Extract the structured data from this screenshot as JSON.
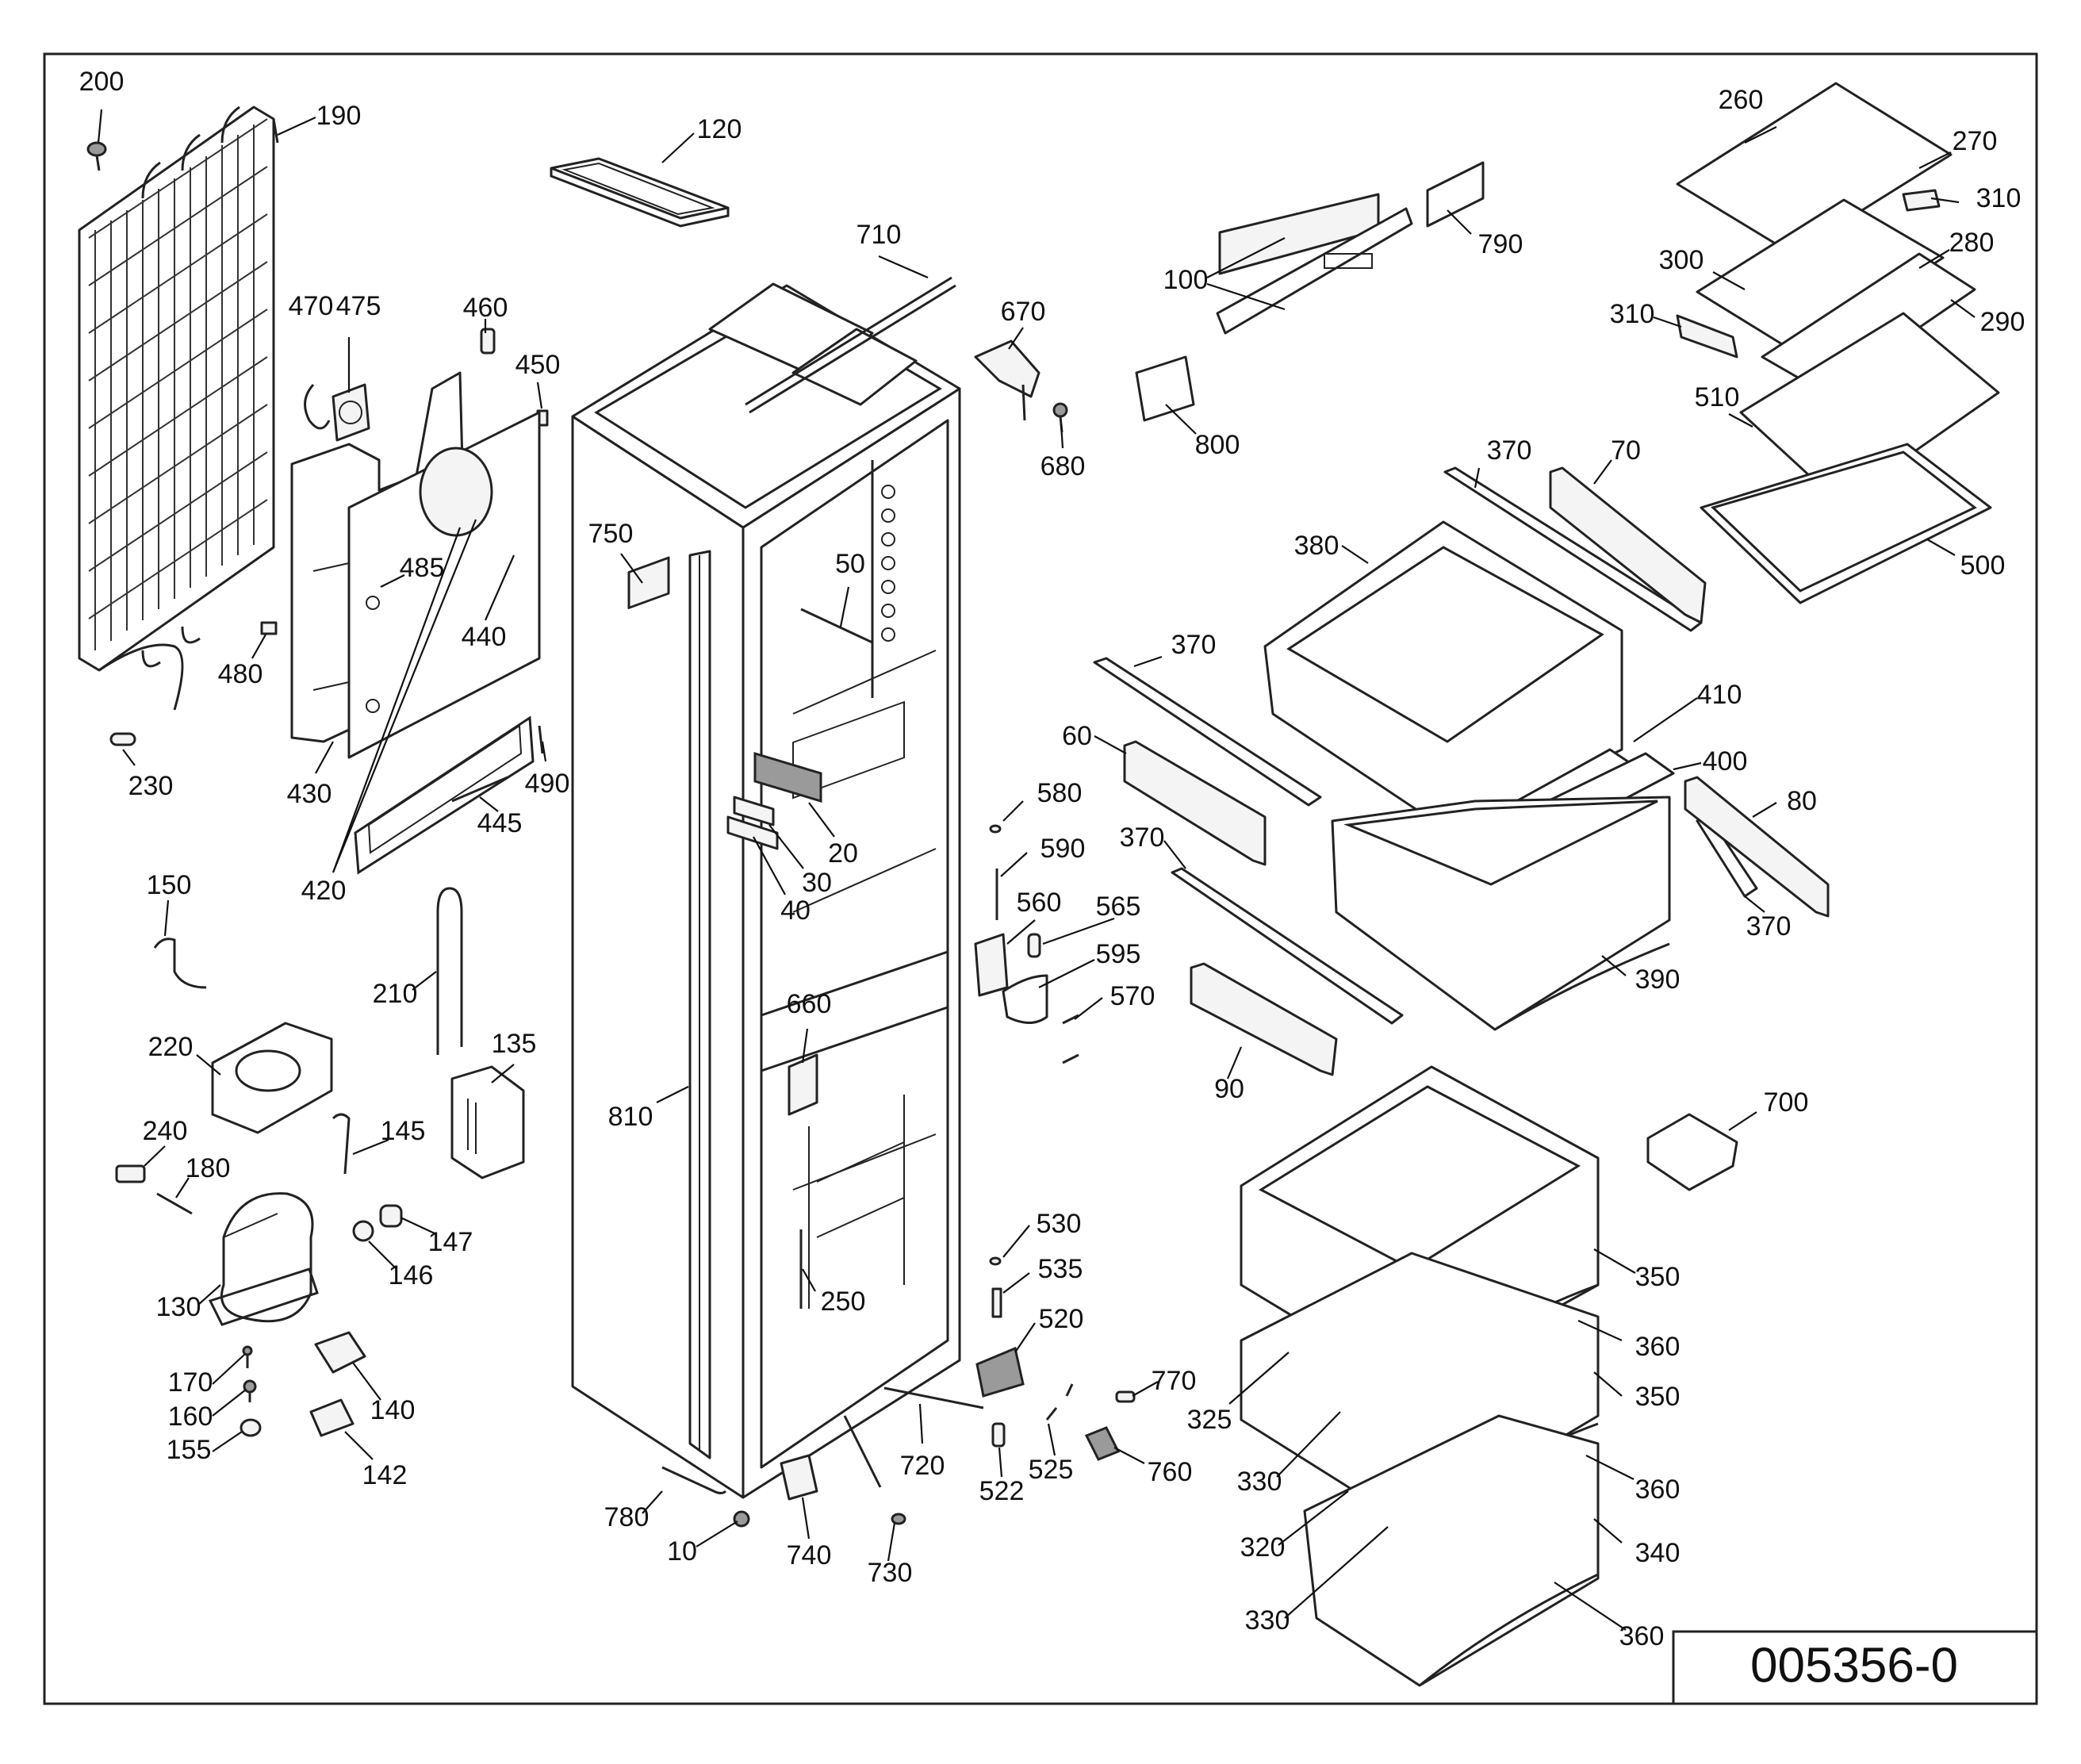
{
  "document_number": "005356-0",
  "callouts": [
    {
      "id": "200",
      "text": "200"
    },
    {
      "id": "190",
      "text": "190"
    },
    {
      "id": "120",
      "text": "120"
    },
    {
      "id": "710",
      "text": "710"
    },
    {
      "id": "670",
      "text": "670"
    },
    {
      "id": "680",
      "text": "680"
    },
    {
      "id": "100",
      "text": "100"
    },
    {
      "id": "790",
      "text": "790"
    },
    {
      "id": "800",
      "text": "800"
    },
    {
      "id": "260",
      "text": "260"
    },
    {
      "id": "270",
      "text": "270"
    },
    {
      "id": "310a",
      "text": "310"
    },
    {
      "id": "300",
      "text": "300"
    },
    {
      "id": "280",
      "text": "280"
    },
    {
      "id": "310b",
      "text": "310"
    },
    {
      "id": "290",
      "text": "290"
    },
    {
      "id": "510",
      "text": "510"
    },
    {
      "id": "500",
      "text": "500"
    },
    {
      "id": "470",
      "text": "470"
    },
    {
      "id": "475",
      "text": "475"
    },
    {
      "id": "460",
      "text": "460"
    },
    {
      "id": "450",
      "text": "450"
    },
    {
      "id": "485",
      "text": "485"
    },
    {
      "id": "440",
      "text": "440"
    },
    {
      "id": "480",
      "text": "480"
    },
    {
      "id": "430",
      "text": "430"
    },
    {
      "id": "490",
      "text": "490"
    },
    {
      "id": "445",
      "text": "445"
    },
    {
      "id": "420",
      "text": "420"
    },
    {
      "id": "230",
      "text": "230"
    },
    {
      "id": "750",
      "text": "750"
    },
    {
      "id": "50",
      "text": "50"
    },
    {
      "id": "20",
      "text": "20"
    },
    {
      "id": "30",
      "text": "30"
    },
    {
      "id": "40",
      "text": "40"
    },
    {
      "id": "370a",
      "text": "370"
    },
    {
      "id": "70",
      "text": "70"
    },
    {
      "id": "380",
      "text": "380"
    },
    {
      "id": "370b",
      "text": "370"
    },
    {
      "id": "410",
      "text": "410"
    },
    {
      "id": "400",
      "text": "400"
    },
    {
      "id": "60",
      "text": "60"
    },
    {
      "id": "80",
      "text": "80"
    },
    {
      "id": "370c",
      "text": "370"
    },
    {
      "id": "370d",
      "text": "370"
    },
    {
      "id": "390",
      "text": "390"
    },
    {
      "id": "90",
      "text": "90"
    },
    {
      "id": "580",
      "text": "580"
    },
    {
      "id": "590",
      "text": "590"
    },
    {
      "id": "560",
      "text": "560"
    },
    {
      "id": "565",
      "text": "565"
    },
    {
      "id": "595",
      "text": "595"
    },
    {
      "id": "570",
      "text": "570"
    },
    {
      "id": "150",
      "text": "150"
    },
    {
      "id": "210",
      "text": "210"
    },
    {
      "id": "220",
      "text": "220"
    },
    {
      "id": "135",
      "text": "135"
    },
    {
      "id": "660",
      "text": "660"
    },
    {
      "id": "810",
      "text": "810"
    },
    {
      "id": "700",
      "text": "700"
    },
    {
      "id": "240",
      "text": "240"
    },
    {
      "id": "145",
      "text": "145"
    },
    {
      "id": "180",
      "text": "180"
    },
    {
      "id": "147",
      "text": "147"
    },
    {
      "id": "146",
      "text": "146"
    },
    {
      "id": "130",
      "text": "130"
    },
    {
      "id": "250",
      "text": "250"
    },
    {
      "id": "530",
      "text": "530"
    },
    {
      "id": "535",
      "text": "535"
    },
    {
      "id": "350a",
      "text": "350"
    },
    {
      "id": "360a",
      "text": "360"
    },
    {
      "id": "520",
      "text": "520"
    },
    {
      "id": "350b",
      "text": "350"
    },
    {
      "id": "170",
      "text": "170"
    },
    {
      "id": "140",
      "text": "140"
    },
    {
      "id": "160",
      "text": "160"
    },
    {
      "id": "770",
      "text": "770"
    },
    {
      "id": "325",
      "text": "325"
    },
    {
      "id": "155",
      "text": "155"
    },
    {
      "id": "142",
      "text": "142"
    },
    {
      "id": "720",
      "text": "720"
    },
    {
      "id": "522",
      "text": "522"
    },
    {
      "id": "525",
      "text": "525"
    },
    {
      "id": "760",
      "text": "760"
    },
    {
      "id": "330a",
      "text": "330"
    },
    {
      "id": "360b",
      "text": "360"
    },
    {
      "id": "780",
      "text": "780"
    },
    {
      "id": "10",
      "text": "10"
    },
    {
      "id": "740",
      "text": "740"
    },
    {
      "id": "730",
      "text": "730"
    },
    {
      "id": "320",
      "text": "320"
    },
    {
      "id": "340",
      "text": "340"
    },
    {
      "id": "330b",
      "text": "330"
    },
    {
      "id": "360c",
      "text": "360"
    }
  ]
}
